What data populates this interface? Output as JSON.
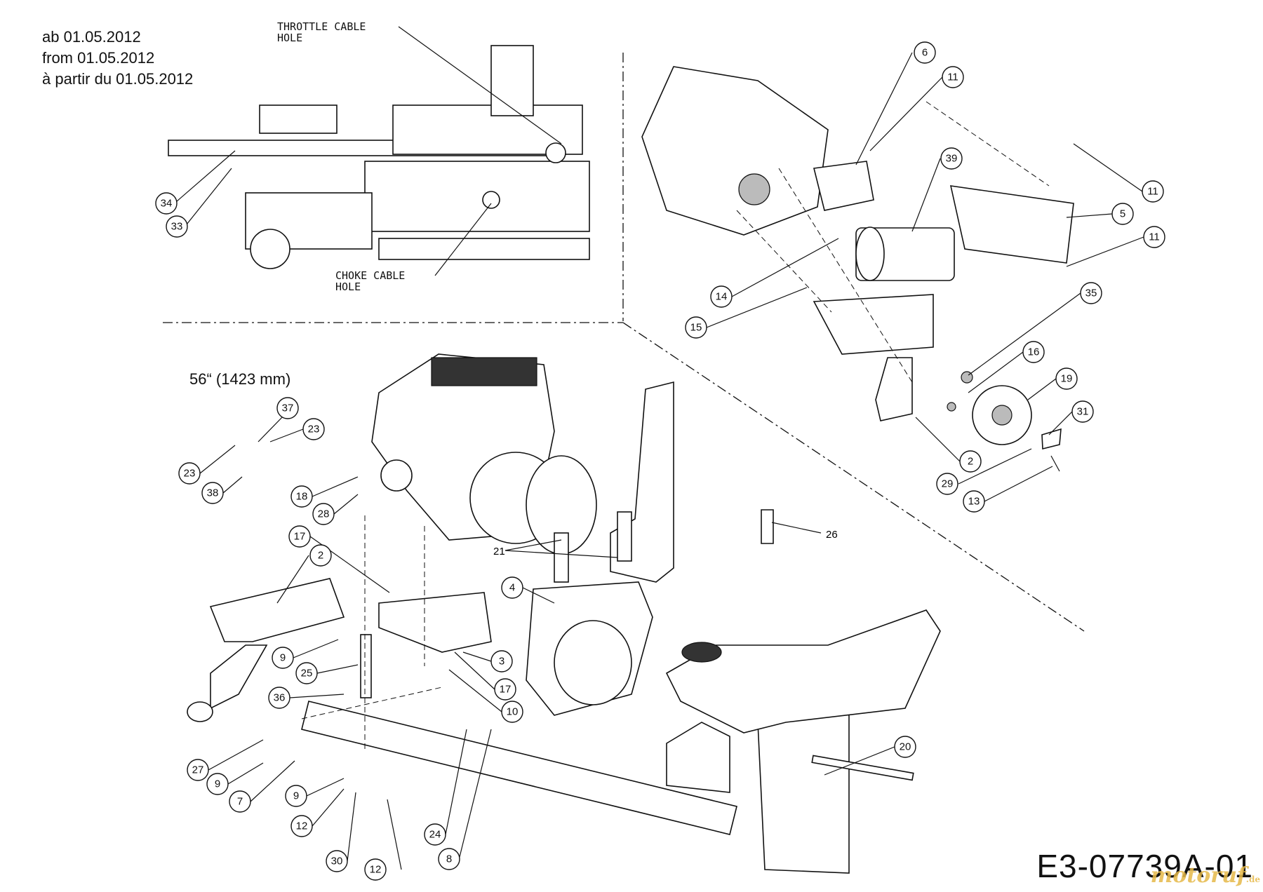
{
  "notes": {
    "line1": "ab 01.05.2012",
    "line2": "from 01.05.2012",
    "line3": "à partir du 01.05.2012"
  },
  "detail_callouts": {
    "throttle_line1": "THROTTLE CABLE",
    "throttle_line2": "HOLE",
    "choke_line1": "CHOKE CABLE",
    "choke_line2": "HOLE"
  },
  "size_label": "56“ (1423 mm)",
  "drawing_number": "E3-07739A-01",
  "watermark": {
    "main": "motoruf",
    "tld": ".de"
  },
  "part_numbers": {
    "p34": "34",
    "p33": "33",
    "p6": "6",
    "p11a": "11",
    "p39": "39",
    "p11b": "11",
    "p5": "5",
    "p11c": "11",
    "p14": "14",
    "p15": "15",
    "p35": "35",
    "p16": "16",
    "p19": "19",
    "p31": "31",
    "p2a": "2",
    "p29": "29",
    "p13": "13",
    "p37": "37",
    "p23a": "23",
    "p23b": "23",
    "p38": "38",
    "p18": "18",
    "p28": "28",
    "p17a": "17",
    "p2b": "2",
    "p21": "21",
    "p26": "26",
    "p4": "4",
    "p9a": "9",
    "p25": "25",
    "p3": "3",
    "p17b": "17",
    "p36": "36",
    "p10": "10",
    "p20": "20",
    "p27": "27",
    "p9b": "9",
    "p7": "7",
    "p9c": "9",
    "p12a": "12",
    "p24": "24",
    "p30": "30",
    "p12b": "12",
    "p8": "8"
  }
}
